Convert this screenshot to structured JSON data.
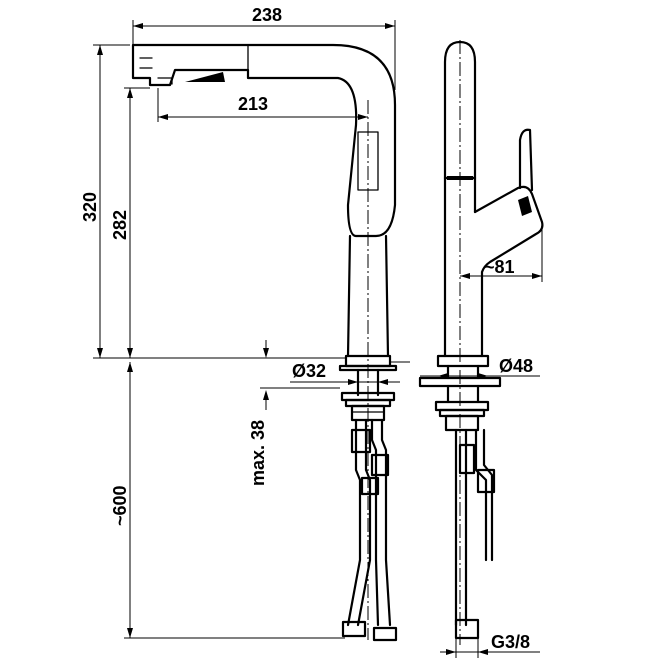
{
  "dimensions": {
    "overall_reach": "238",
    "spout_reach": "213",
    "overall_height": "320",
    "spout_height": "282",
    "body_diameter": "Ø32",
    "base_diameter": "Ø48",
    "max_counter_thickness": "max. 38",
    "hose_length": "~600",
    "handle_projection": "~81",
    "connection_thread": "G3/8"
  }
}
